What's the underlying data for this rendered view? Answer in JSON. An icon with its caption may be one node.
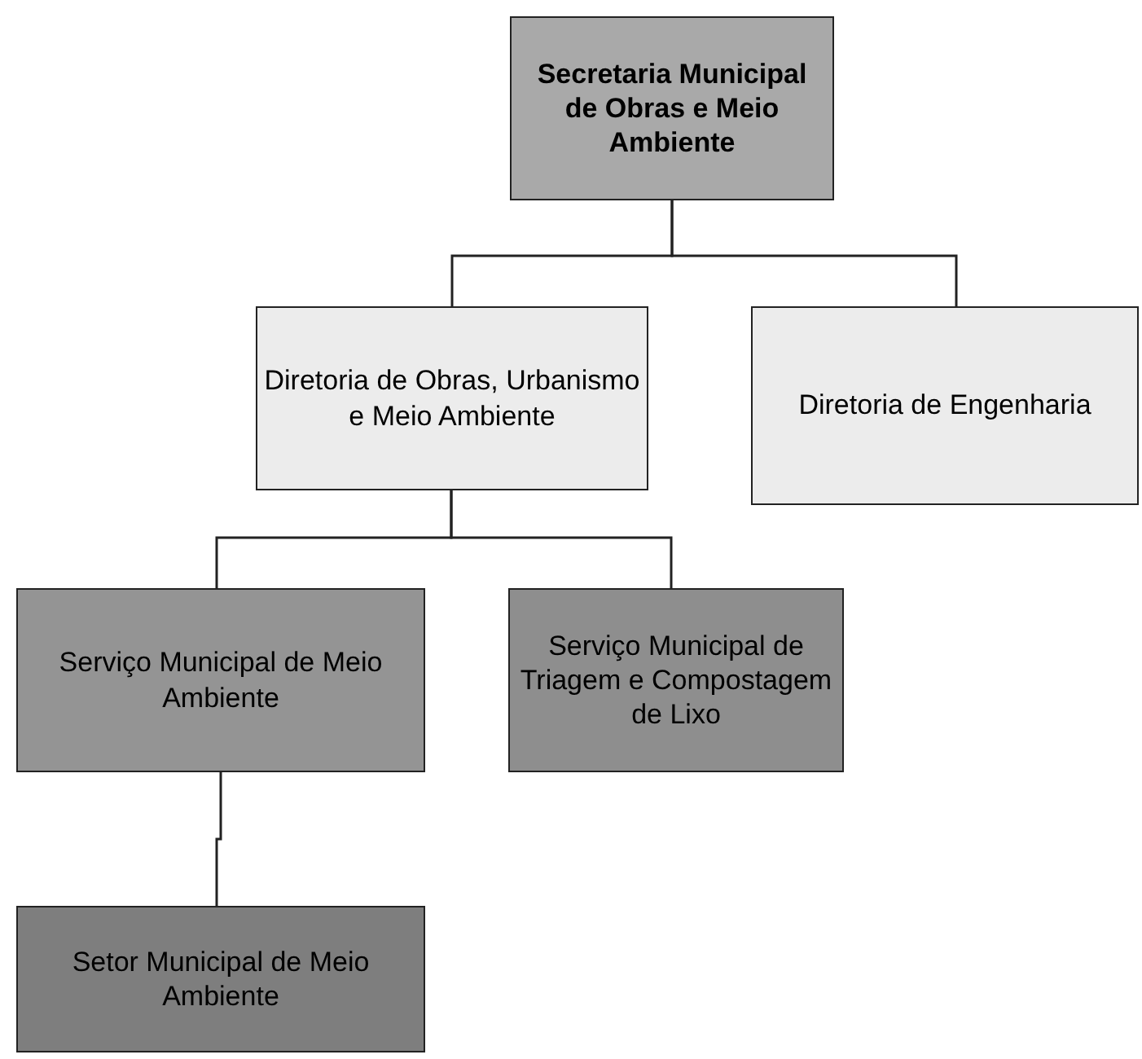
{
  "diagram": {
    "nodes": [
      {
        "text": [
          "Secretaria Municipal de Obras e Meio Ambiente"
        ]
      },
      {
        "text": [
          "Diretoria de Obras, Urbanismo e Meio Ambiente"
        ]
      },
      {
        "text": [
          "Diretoria de Engenharia"
        ]
      },
      {
        "text": [
          "Serviço Municipal de Meio Ambiente"
        ]
      },
      {
        "text": [
          "Serviço Municipal de Triagem e Compostagem de Lixo"
        ]
      },
      {
        "text": [
          "Setor Municipal de Meio Ambiente"
        ]
      }
    ],
    "edges": [
      {
        "from": 0,
        "to": 1,
        "arrow": "none"
      },
      {
        "from": 0,
        "to": 2,
        "arrow": "none"
      },
      {
        "from": 1,
        "to": 3,
        "arrow": "none"
      },
      {
        "from": 1,
        "to": 4,
        "arrow": "none"
      },
      {
        "from": 3,
        "to": 5,
        "arrow": "none"
      }
    ]
  }
}
